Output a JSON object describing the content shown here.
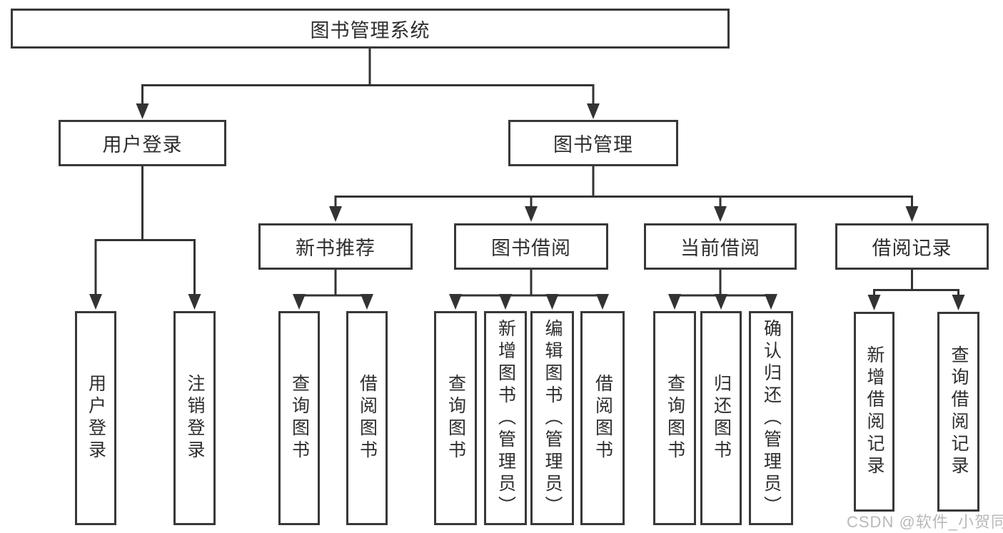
{
  "diagram": {
    "root": {
      "label": "图书管理系统"
    },
    "branches": [
      {
        "label": "用户登录",
        "children": [
          {
            "label": "用户登录"
          },
          {
            "label": "注销登录"
          }
        ]
      },
      {
        "label": "图书管理",
        "children": [
          {
            "label": "新书推荐",
            "children": [
              {
                "label": "查询图书"
              },
              {
                "label": "借阅图书"
              }
            ]
          },
          {
            "label": "图书借阅",
            "children": [
              {
                "label": "查询图书"
              },
              {
                "label": "新增图书（管理员）"
              },
              {
                "label": "编辑图书（管理员）"
              },
              {
                "label": "借阅图书"
              }
            ]
          },
          {
            "label": "当前借阅",
            "children": [
              {
                "label": "查询图书"
              },
              {
                "label": "归还图书"
              },
              {
                "label": "确认归还（管理员）"
              }
            ]
          },
          {
            "label": "借阅记录",
            "children": [
              {
                "label": "新增借阅记录"
              },
              {
                "label": "查询借阅记录"
              }
            ]
          }
        ]
      }
    ]
  },
  "watermark": {
    "text": "CSDN @软件_小贺同学"
  },
  "colors": {
    "line": "#333333",
    "box_border": "#383838",
    "text": "#2e2e2e",
    "watermark": "#b9b9b9",
    "background": "#ffffff"
  }
}
